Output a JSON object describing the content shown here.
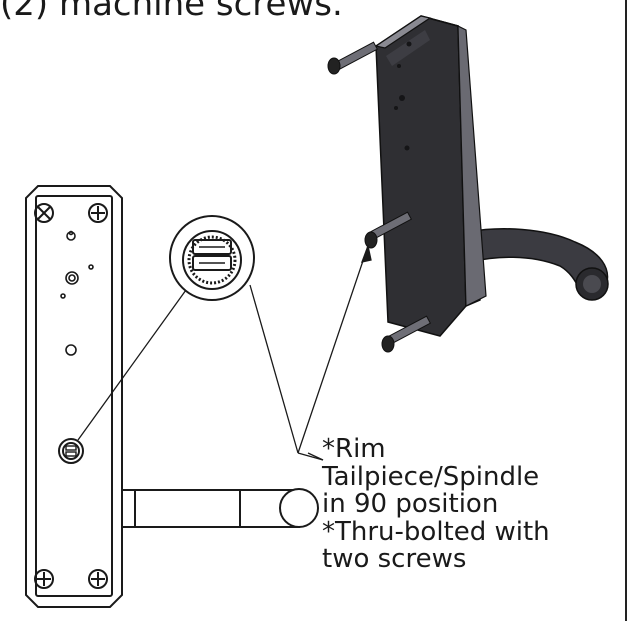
{
  "heading": "(2) machine screws.",
  "callout": {
    "lines": [
      "*Rim",
      "Tailpiece/Spindle",
      "in 90 position",
      "*Thru-bolted with",
      "two screws"
    ]
  },
  "colors": {
    "ink": "#1a1a1a",
    "metal_dark": "#2f2f33",
    "metal_mid": "#4a4a50",
    "metal_light": "#8a8a92"
  },
  "icons": [
    "front-view-drawing",
    "spindle-detail-drawing",
    "isometric-lock-body-drawing"
  ]
}
